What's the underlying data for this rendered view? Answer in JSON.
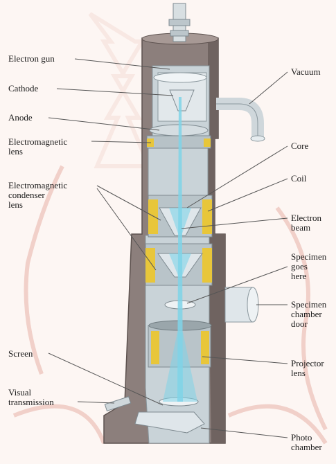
{
  "labels": {
    "electron_gun": "Electron gun",
    "cathode": "Cathode",
    "anode": "Anode",
    "em_lens": "Electromagnetic\nlens",
    "em_condenser": "Electromagnetic\ncondenser\nlens",
    "screen": "Screen",
    "visual_transmission": "Visual\ntransmission",
    "vacuum": "Vacuum",
    "core": "Core",
    "coil": "Coil",
    "electron_beam": "Electron\nbeam",
    "specimen_goes_here": "Specimen\ngoes\nhere",
    "specimen_chamber_door": "Specimen\nchamber\ndoor",
    "projector_lens": "Projector\nlens",
    "photo_chamber": "Photo\nchamber"
  },
  "colors": {
    "housing": "#8c7f7c",
    "housing_dark": "#6f6360",
    "cutaway": "#c9d3d8",
    "coil": "#e8c63a",
    "beam": "#7fd4e8",
    "watermark": "#e7b1a6",
    "leader": "#555555"
  }
}
